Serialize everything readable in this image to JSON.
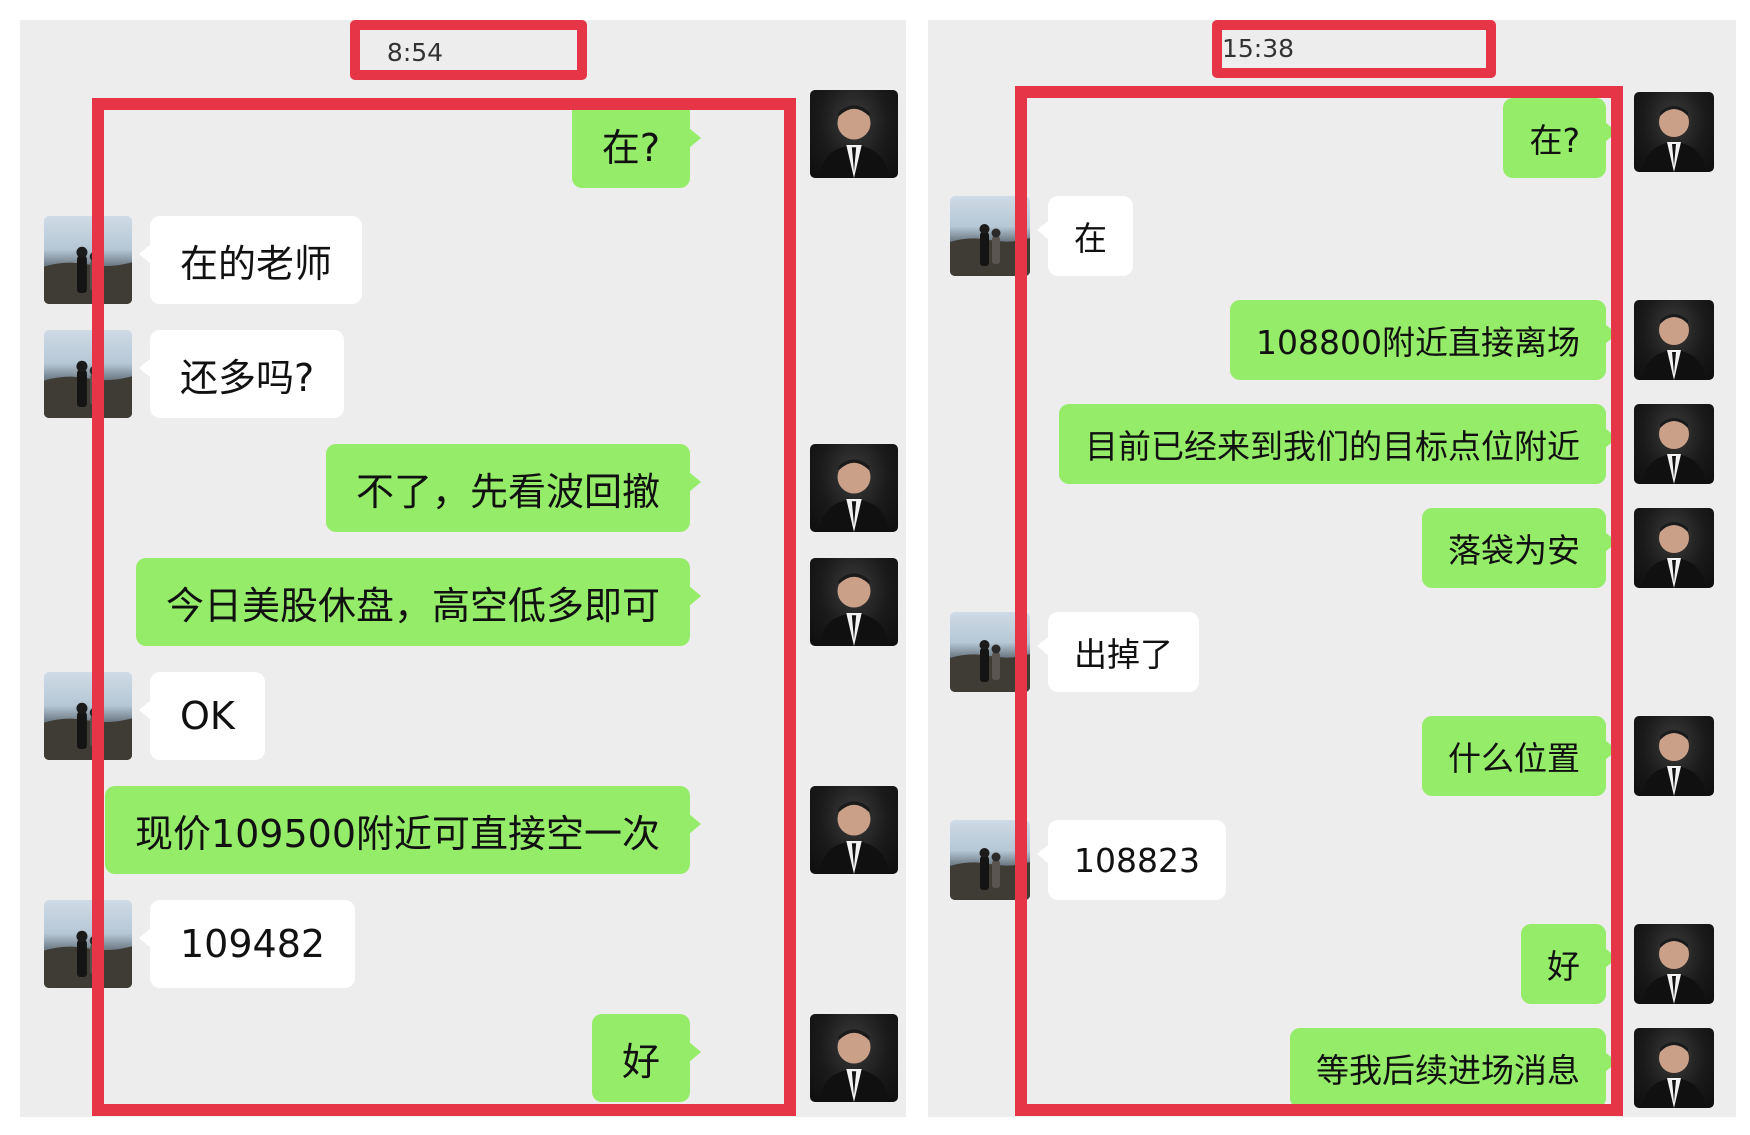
{
  "left_panel": {
    "timestamp": "8:54",
    "messages": [
      {
        "side": "self",
        "text": "在?"
      },
      {
        "side": "peer",
        "text": "在的老师"
      },
      {
        "side": "peer",
        "text": "还多吗?"
      },
      {
        "side": "self",
        "text": "不了，先看波回撤"
      },
      {
        "side": "self",
        "text": "今日美股休盘，高空低多即可"
      },
      {
        "side": "peer",
        "text": "OK"
      },
      {
        "side": "self",
        "text": "现价109500附近可直接空一次"
      },
      {
        "side": "peer",
        "text": "109482"
      },
      {
        "side": "self",
        "text": "好"
      }
    ]
  },
  "right_panel": {
    "timestamp": "15:38",
    "messages": [
      {
        "side": "self",
        "text": "在?"
      },
      {
        "side": "peer",
        "text": "在"
      },
      {
        "side": "self",
        "text": "108800附近直接离场"
      },
      {
        "side": "self",
        "text": "目前已经来到我们的目标点位附近"
      },
      {
        "side": "self",
        "text": "落袋为安"
      },
      {
        "side": "peer",
        "text": "出掉了"
      },
      {
        "side": "self",
        "text": "什么位置"
      },
      {
        "side": "peer",
        "text": "108823"
      },
      {
        "side": "self",
        "text": "好"
      },
      {
        "side": "self",
        "text": "等我后续进场消息"
      }
    ]
  },
  "colors": {
    "self_bubble": "#95ec69",
    "peer_bubble": "#ffffff",
    "chat_background": "#ededed",
    "highlight_box": "#e63546"
  },
  "icons": {
    "self_avatar": "man-in-black-suit-avatar-icon",
    "peer_avatar": "couple-on-mountain-avatar-icon"
  }
}
